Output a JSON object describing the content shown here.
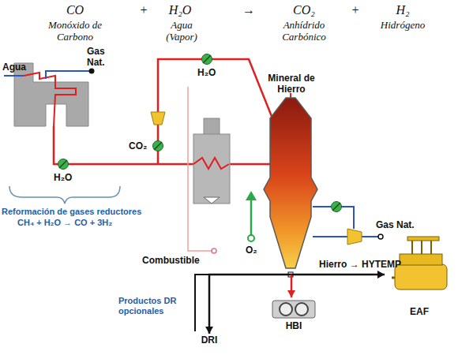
{
  "diagram": {
    "nodes": [
      {
        "text": [
          "Mineral de Hierro"
        ]
      },
      {
        "text": [
          "DRI"
        ]
      },
      {
        "text": [
          "HBI"
        ]
      },
      {
        "text": [
          "EAF"
        ]
      }
    ],
    "edges": [
      {
        "from": 0,
        "to": 1,
        "arrow": "to"
      },
      {
        "from": 0,
        "to": 2,
        "arrow": "to"
      },
      {
        "from": 0,
        "to": 3,
        "arrow": "to",
        "label": "Hierro → HYTEMP"
      }
    ],
    "labels": [
      "CO",
      "+",
      "H₂O",
      "→",
      "CO₂",
      "+",
      "H₂",
      "Monóxido de Carbono",
      "Agua (Vapor)",
      "Anhídrido Carbónico",
      "Hidrógeno",
      "Agua",
      "Gas Nat.",
      "H₂O",
      "CO₂",
      "H₂O",
      "Reformación de gases reductores",
      "CH₄ + H₂O → CO + 3H₂",
      "Combustible",
      "O₂",
      "Gas Nat.",
      "Productos DR opcionales"
    ]
  }
}
